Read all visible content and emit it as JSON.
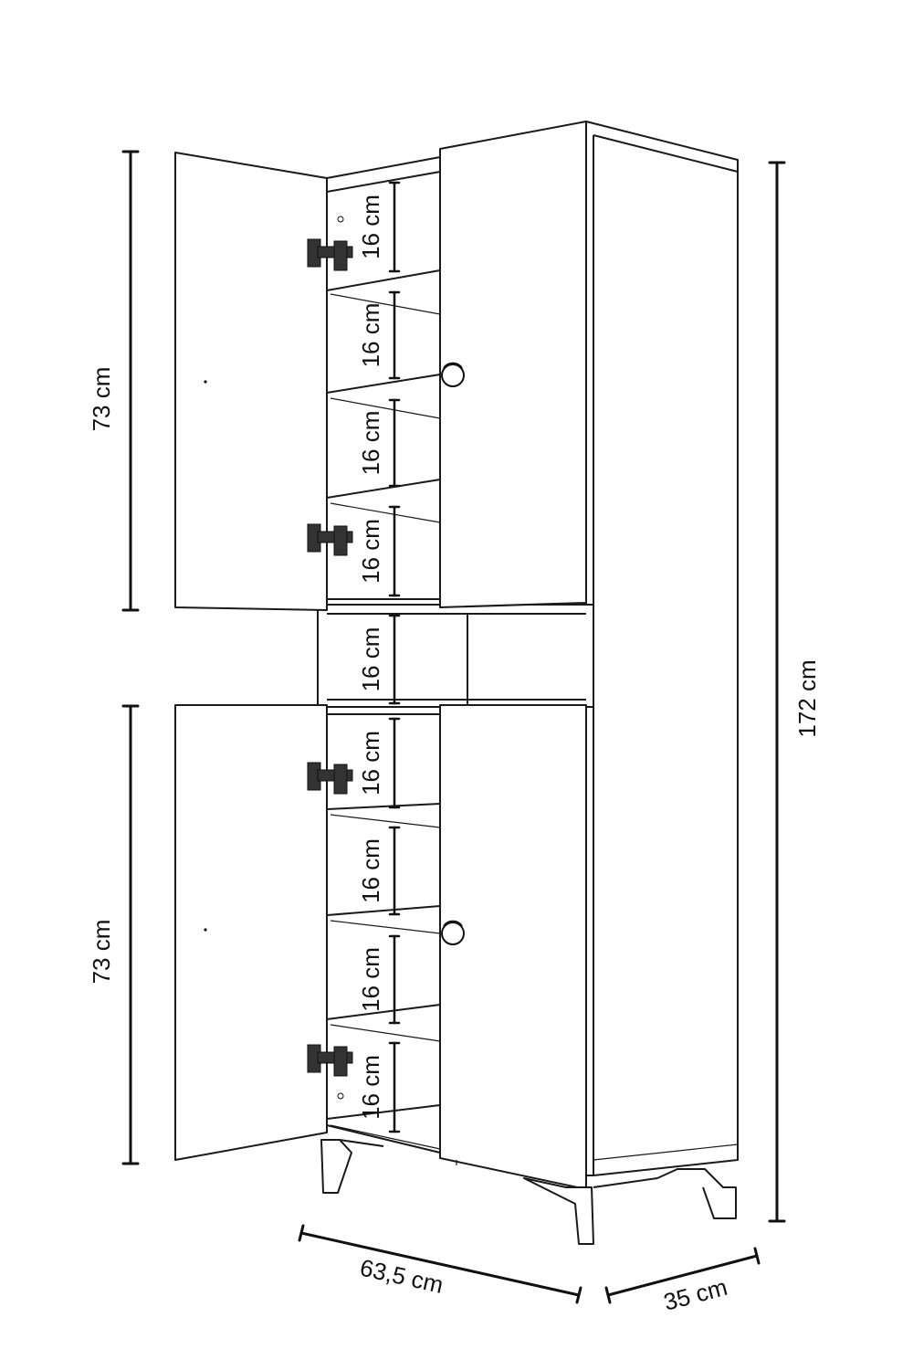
{
  "dimensions": {
    "total_height": "172 cm",
    "upper_door_height": "73 cm",
    "lower_door_height": "73 cm",
    "width": "63,5 cm",
    "depth": "35 cm",
    "shelf_spacing": [
      "16 cm",
      "16 cm",
      "16 cm",
      "16 cm",
      "16 cm",
      "16 cm",
      "16 cm",
      "16 cm",
      "16 cm"
    ]
  },
  "colors": {
    "line": "#1a1a1a",
    "background": "#ffffff"
  }
}
